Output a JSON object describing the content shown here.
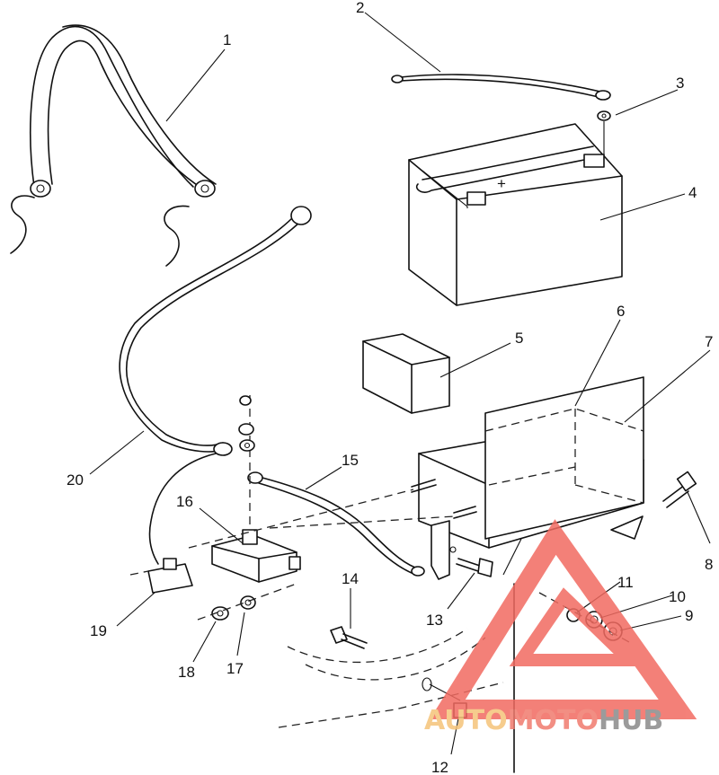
{
  "callouts": [
    {
      "id": "1",
      "label": "1"
    },
    {
      "id": "2",
      "label": "2"
    },
    {
      "id": "3",
      "label": "3"
    },
    {
      "id": "4",
      "label": "4"
    },
    {
      "id": "5",
      "label": "5"
    },
    {
      "id": "6",
      "label": "6"
    },
    {
      "id": "7",
      "label": "7"
    },
    {
      "id": "8",
      "label": "8"
    },
    {
      "id": "9",
      "label": "9"
    },
    {
      "id": "10",
      "label": "10"
    },
    {
      "id": "11",
      "label": "11"
    },
    {
      "id": "12",
      "label": "12"
    },
    {
      "id": "13",
      "label": "13"
    },
    {
      "id": "14",
      "label": "14"
    },
    {
      "id": "15",
      "label": "15"
    },
    {
      "id": "16",
      "label": "16"
    },
    {
      "id": "17",
      "label": "17"
    },
    {
      "id": "18",
      "label": "18"
    },
    {
      "id": "19",
      "label": "19"
    },
    {
      "id": "20",
      "label": "20"
    }
  ],
  "battery": {
    "plus_sign": "+"
  },
  "watermark": {
    "part1": "AUTO",
    "part2": "MOTO",
    "part3": "HUB",
    "color_auto": "#f5c47a",
    "color_moto": "#f07b6e",
    "color_hub": "#8a8a8a",
    "triangle_color": "#f26b61"
  }
}
